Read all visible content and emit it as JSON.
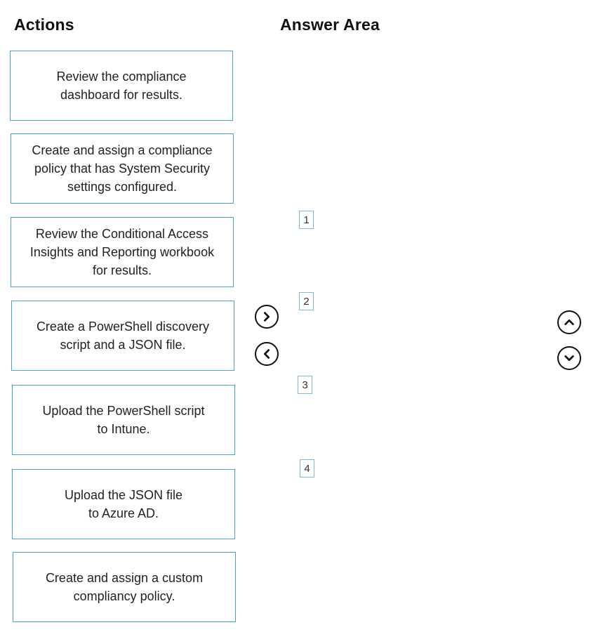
{
  "headings": {
    "actions": "Actions",
    "answer_area": "Answer Area"
  },
  "actions": [
    {
      "text": "Review the compliance\ndashboard for results."
    },
    {
      "text": "Create and assign a compliance\npolicy that has System Security\nsettings configured."
    },
    {
      "text": "Review the Conditional Access\nInsights and Reporting workbook\nfor results."
    },
    {
      "text": "Create a PowerShell discovery\nscript and a JSON file."
    },
    {
      "text": "Upload the PowerShell script\nto Intune."
    },
    {
      "text": "Upload the JSON file\nto Azure AD."
    },
    {
      "text": "Create and assign a custom\ncompliancy policy."
    }
  ],
  "answer_slots": [
    "1",
    "2",
    "3",
    "4"
  ],
  "controls": {
    "move_right_icon": "chevron-right-circle-icon",
    "move_left_icon": "chevron-left-circle-icon",
    "move_up_icon": "chevron-up-circle-icon",
    "move_down_icon": "chevron-down-circle-icon"
  },
  "colors": {
    "box_border": "#4aa3c4",
    "slot_border": "#7fb8d0",
    "text": "#222222"
  }
}
